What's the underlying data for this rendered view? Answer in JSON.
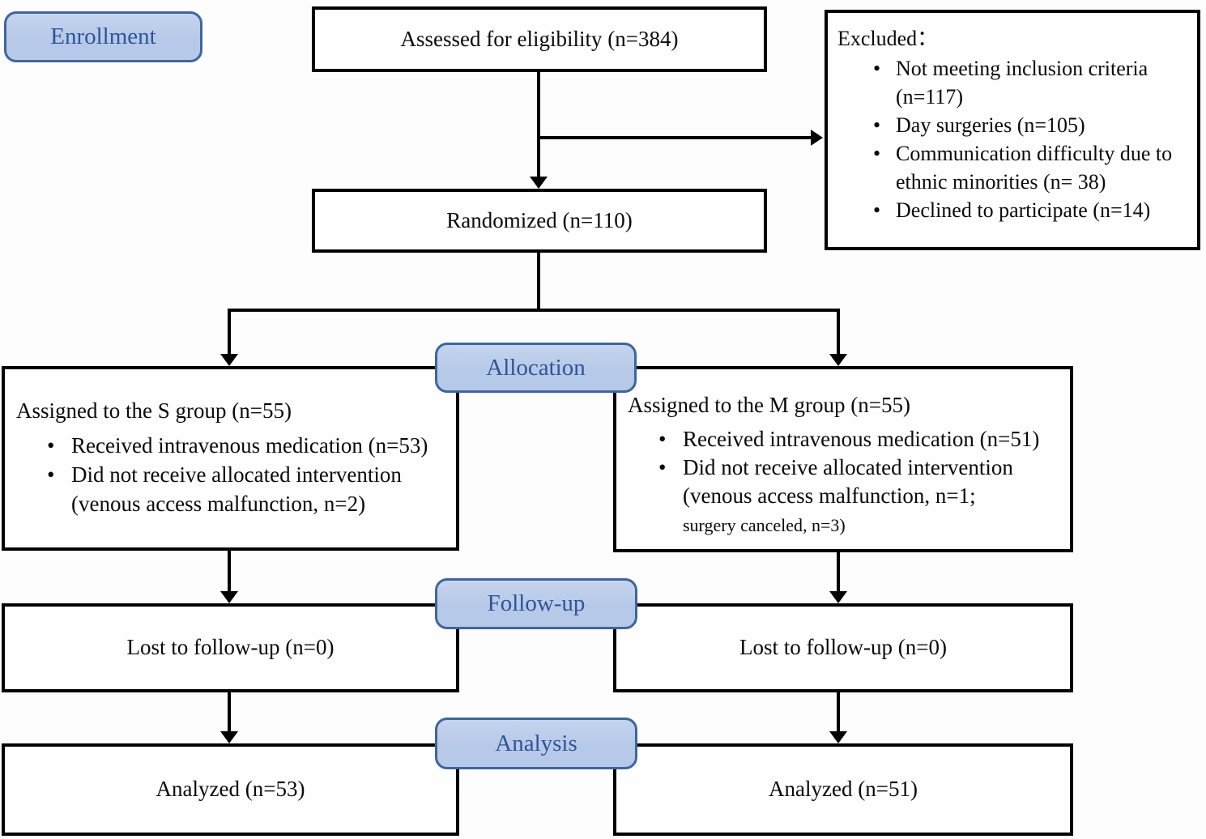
{
  "colors": {
    "badge_fill": "#b7c9e8",
    "badge_border": "#40659e",
    "badge_text": "#2e5597",
    "box_border": "#000000",
    "line_color": "#000000"
  },
  "stages": {
    "enrollment": "Enrollment",
    "allocation": "Allocation",
    "followup": "Follow-up",
    "analysis": "Analysis"
  },
  "enrollment": {
    "assessed": "Assessed for eligibility (n=384)",
    "randomized": "Randomized (n=110)",
    "excluded_title": "Excluded：",
    "excluded_items": [
      "Not meeting inclusion criteria (n=117)",
      "Day surgeries (n=105)",
      "Communication difficulty due to ethnic minorities (n= 38)",
      "Declined to participate (n=14)"
    ]
  },
  "allocation": {
    "s_group": {
      "title": "Assigned to the S group (n=55)",
      "bullet1": "Received intravenous medication (n=53)",
      "bullet2_line1": "Did not receive allocated intervention",
      "bullet2_line2": "(venous access malfunction, n=2)"
    },
    "m_group": {
      "title": "Assigned to the M group (n=55)",
      "bullet1": "Received intravenous medication (n=51)",
      "bullet2_line1": "Did not receive allocated intervention",
      "bullet2_line2": "(venous access malfunction, n=1;",
      "bullet2_line3": "surgery canceled, n=3)"
    }
  },
  "followup": {
    "left": "Lost to follow-up (n=0)",
    "right": "Lost to follow-up (n=0)"
  },
  "analysis": {
    "left": "Analyzed (n=53)",
    "right": "Analyzed (n=51)"
  }
}
